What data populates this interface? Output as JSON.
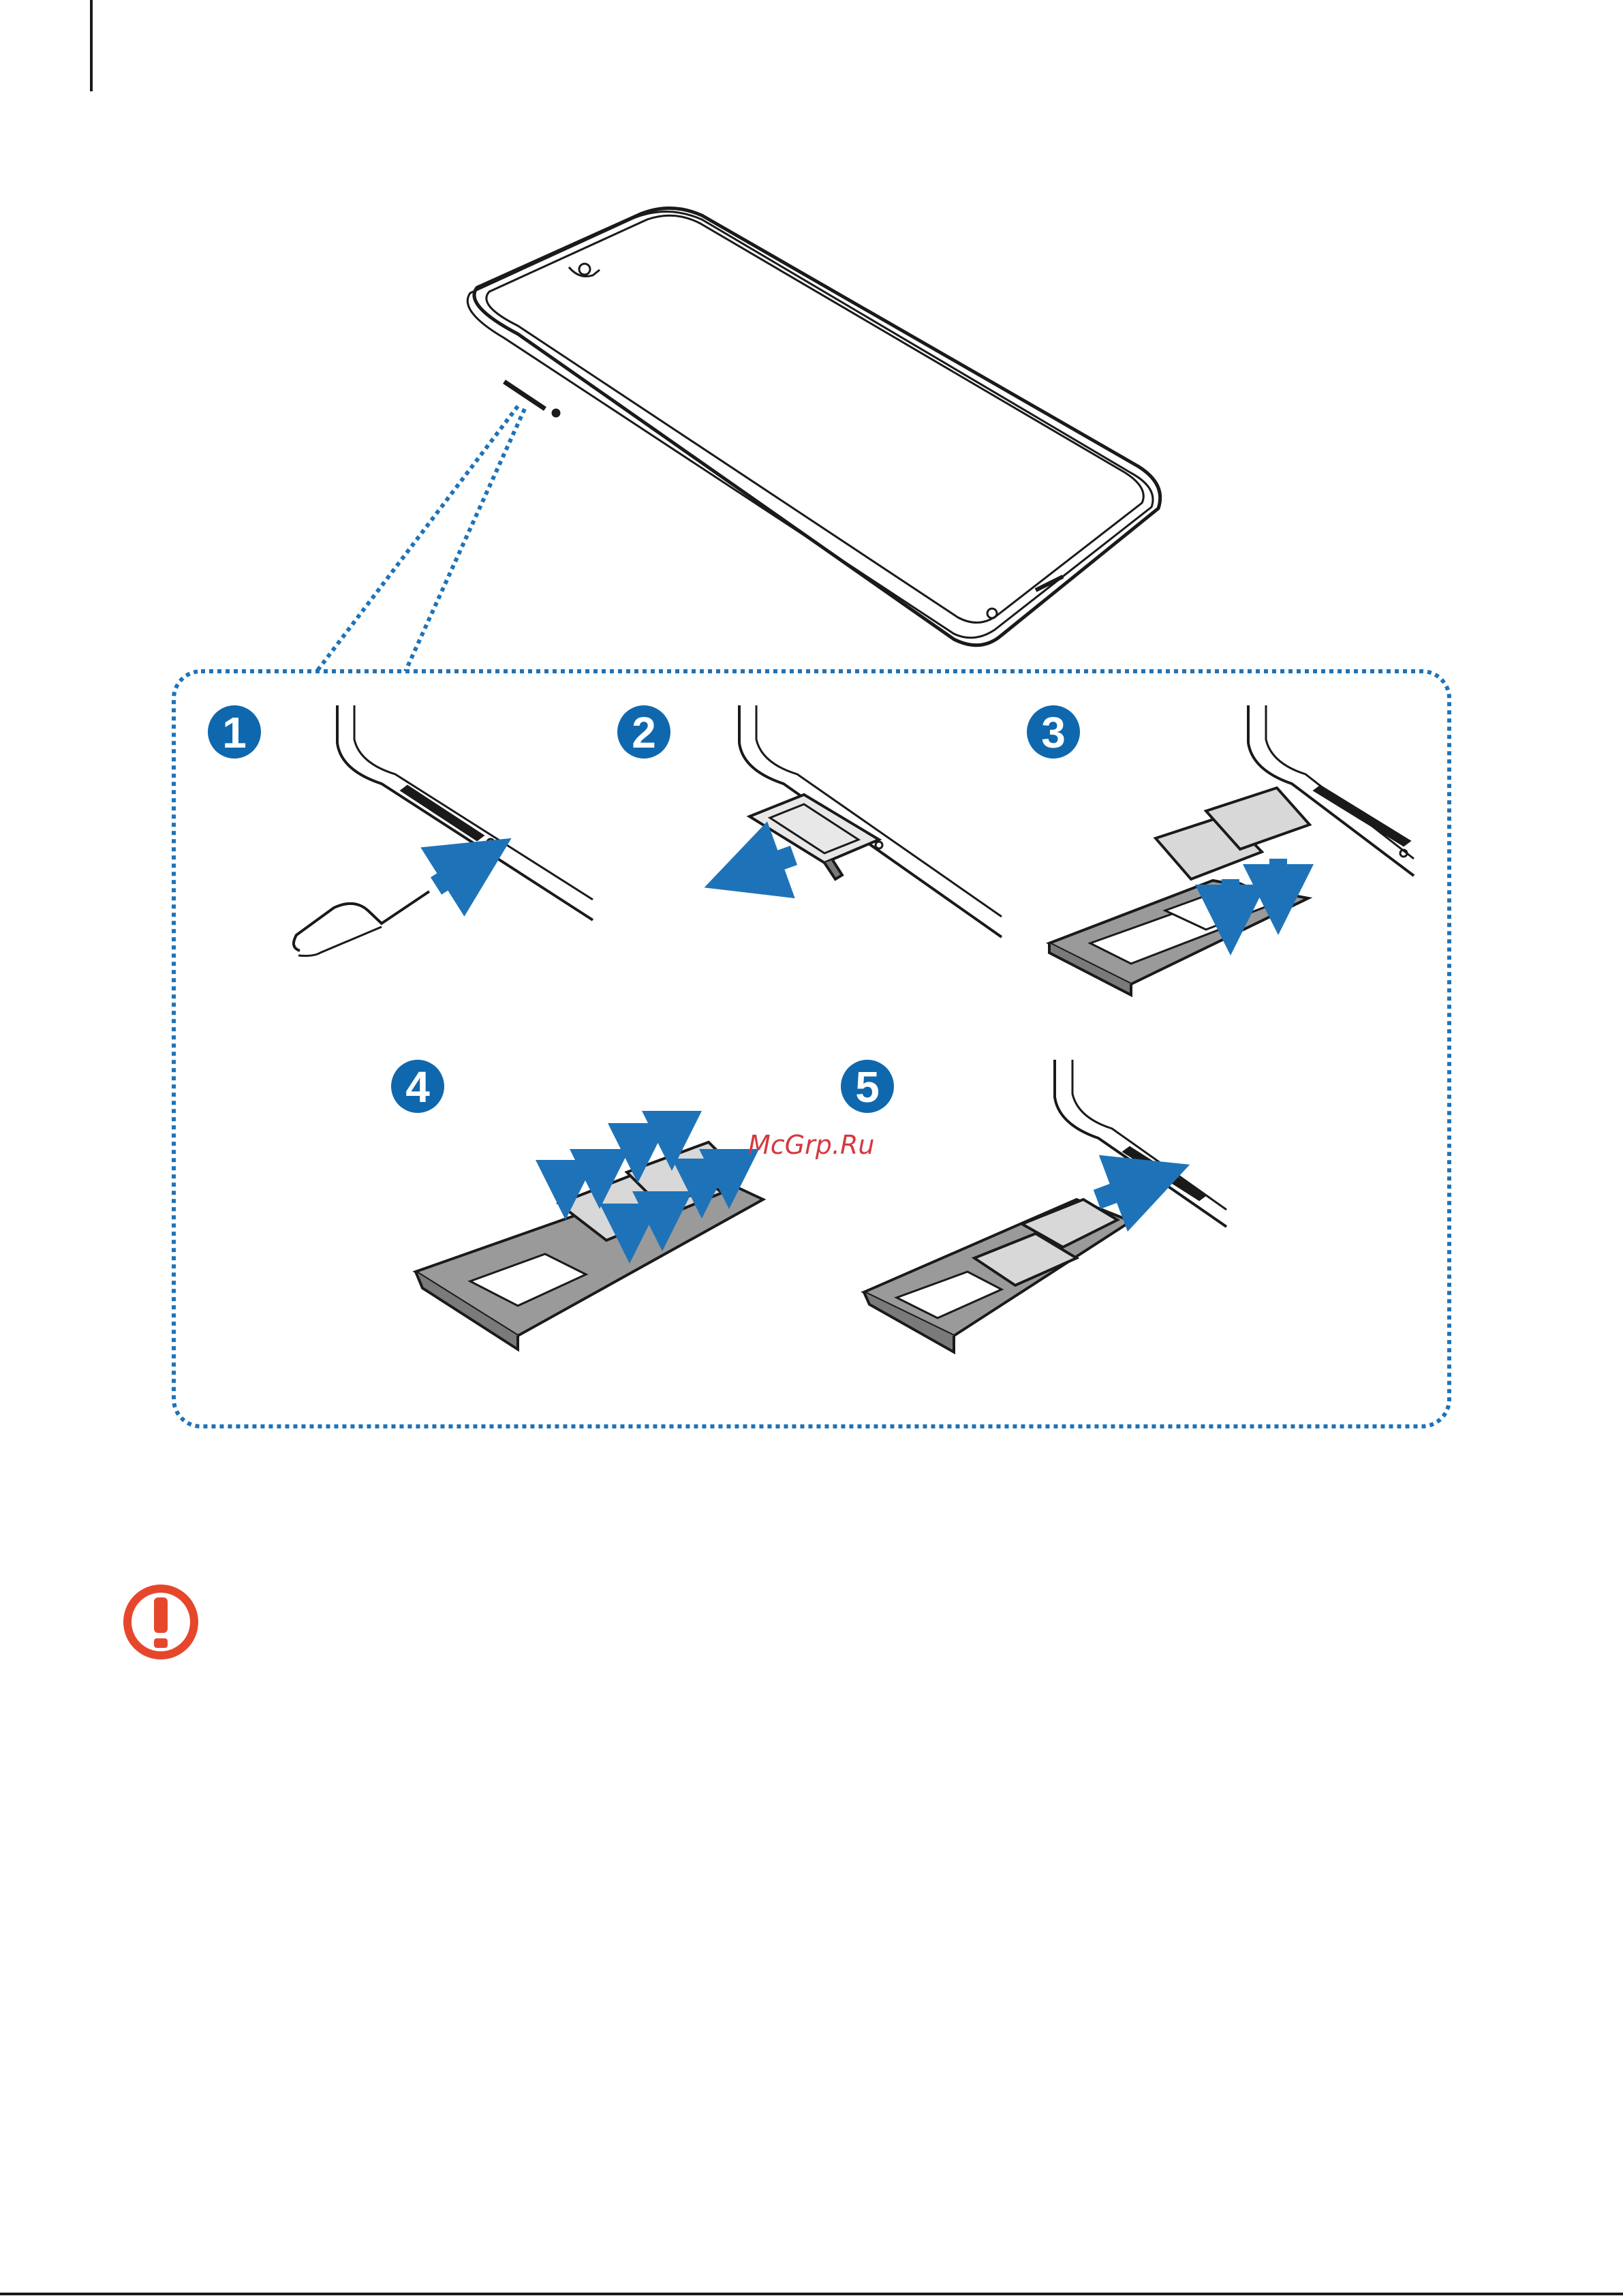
{
  "document": {
    "watermark": "McGrp.Ru",
    "steps": [
      {
        "number": "1"
      },
      {
        "number": "2"
      },
      {
        "number": "3"
      },
      {
        "number": "4"
      },
      {
        "number": "5"
      }
    ],
    "caution_icon": "exclamation-warning-icon"
  },
  "colors": {
    "accent_blue": "#1e73b8",
    "step_blue": "#0f68ad",
    "caution_red": "#e6472c",
    "line_dark": "#1a1a1a",
    "tray_gray": "#7a7a7a",
    "sim_gray": "#d8d8d8"
  }
}
